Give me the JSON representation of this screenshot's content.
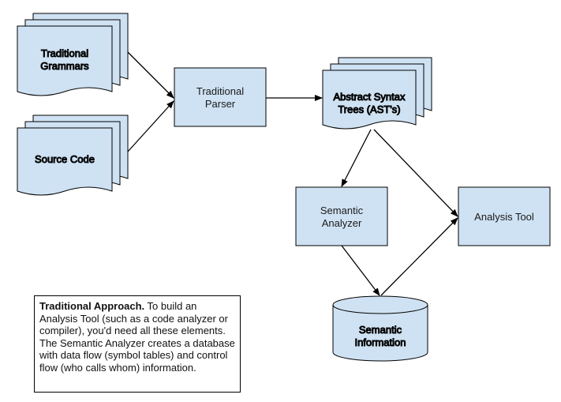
{
  "nodes": {
    "grammars": {
      "line1": "Traditional",
      "line2": "Grammars"
    },
    "source": {
      "line1": "Source Code"
    },
    "parser": {
      "line1": "Traditional",
      "line2": "Parser"
    },
    "ast": {
      "line1": "Abstract Syntax",
      "line2": "Trees (AST's)"
    },
    "analyzer": {
      "line1": "Semantic",
      "line2": "Analyzer"
    },
    "analysis_tool": {
      "line1": "Analysis Tool"
    },
    "semantic_info": {
      "line1": "Semantic",
      "line2": "Information"
    }
  },
  "note": {
    "heading": "Traditional Approach.",
    "body": " To build an Analysis Tool (such as a code analyzer or compiler), you'd need all these elements. The Semantic Analyzer creates a database with data flow (symbol tables) and control flow (who calls whom) information."
  },
  "colors": {
    "node_fill": "#cfe2f3",
    "stroke": "#000000"
  }
}
